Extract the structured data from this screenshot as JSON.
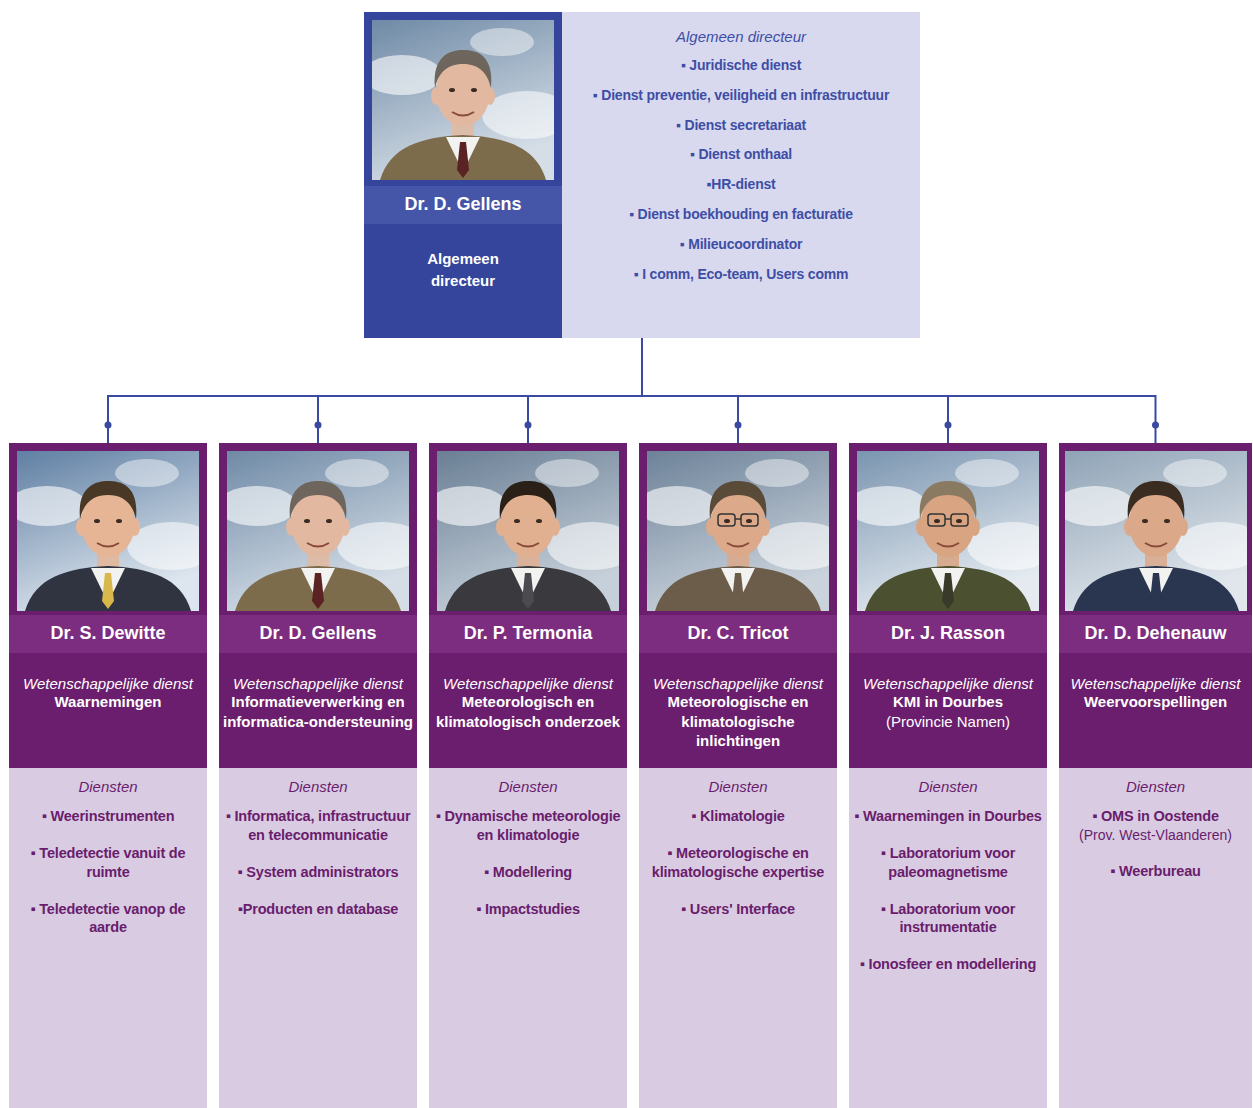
{
  "diagram": {
    "nodes": [
      {
        "text": [
          "Dr. D. Gellens",
          "Algemeen directeur",
          "Algemeen directeur",
          "▪ Juridische dienst",
          "▪ Dienst preventie, veiligheid en infrastructuur",
          "▪ Dienst secretariaat",
          "▪ Dienst onthaal",
          "▪HR-dienst",
          "▪ Dienst boekhouding en facturatie",
          "▪ Milieucoordinator",
          "▪ I comm, Eco-team, Users comm"
        ]
      },
      {
        "text": [
          "Dr. S. Dewitte",
          "Wetenschappelijke dienst",
          "Waarnemingen",
          "Diensten",
          "▪ Weerinstrumenten",
          "▪ Teledetectie vanuit de ruimte",
          "▪ Teledetectie vanop de aarde"
        ]
      },
      {
        "text": [
          "Dr. D. Gellens",
          "Wetenschappelijke dienst",
          "Informatieverwerking en informatica-ondersteuning",
          "Diensten",
          "▪ Informatica, infrastructuur en telecommunicatie",
          "▪ System administrators",
          "▪Producten en database"
        ]
      },
      {
        "text": [
          "Dr. P. Termonia",
          "Wetenschappelijke dienst",
          "Meteorologisch en klimatologisch onderzoek",
          "Diensten",
          "▪ Dynamische meteorologie en klimatologie",
          "▪ Modellering",
          "▪ Impactstudies"
        ]
      },
      {
        "text": [
          "Dr. C. Tricot",
          "Wetenschappelijke dienst",
          "Meteorologische en klimatologische inlichtingen",
          "Diensten",
          "▪ Klimatologie",
          "▪ Meteorologische en klimatologische expertise",
          "▪ Users' Interface"
        ]
      },
      {
        "text": [
          "Dr. J. Rasson",
          "Wetenschappelijke dienst",
          "KMI in Dourbes",
          "(Provincie Namen)",
          "Diensten",
          "▪ Waarnemingen in Dourbes",
          "▪ Laboratorium voor paleomagnetisme",
          "▪ Laboratorium voor instrumentatie",
          "▪ Ionosfeer en modellering"
        ]
      },
      {
        "text": [
          "Dr. D. Dehenauw",
          "Wetenschappelijke dienst",
          "Weervoorspellingen",
          "Diensten",
          "▪ OMS in Oostende",
          "(Prov. West-Vlaanderen)",
          "▪ Weerbureau"
        ]
      }
    ],
    "edges": [
      {
        "from": 0,
        "to": 1,
        "arrow": "none"
      },
      {
        "from": 0,
        "to": 2,
        "arrow": "none"
      },
      {
        "from": 0,
        "to": 3,
        "arrow": "none"
      },
      {
        "from": 0,
        "to": 4,
        "arrow": "none"
      },
      {
        "from": 0,
        "to": 5,
        "arrow": "none"
      },
      {
        "from": 0,
        "to": 6,
        "arrow": "none"
      }
    ]
  }
}
